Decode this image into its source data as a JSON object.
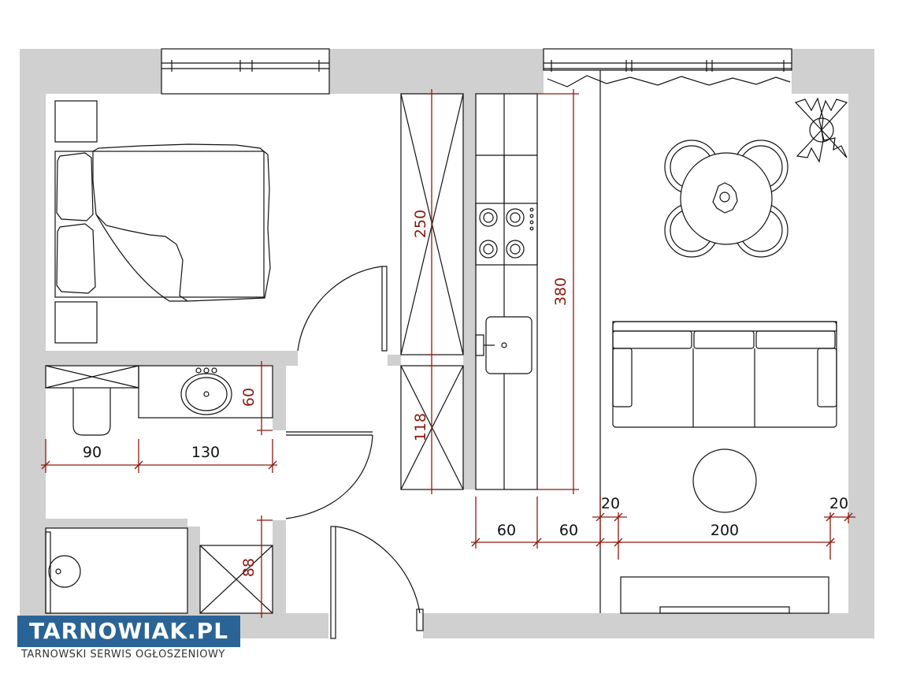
{
  "dimensions": {
    "wardrobe_upper": "250",
    "wardrobe_lower": "118",
    "kitchen_length": "380",
    "bath_depth": "60",
    "bath_toilet": "90",
    "bath_counter": "130",
    "kitchen_60_a": "60",
    "kitchen_60_b": "60",
    "gap_left": "20",
    "living_width": "200",
    "gap_right": "20",
    "wc_depth": "88"
  },
  "logo": {
    "brand": "TARNOWIAK.PL",
    "tagline": "TARNOWSKI SERWIS OGŁOSZENIOWY",
    "brand_color": "#2a6496"
  },
  "colors": {
    "wall": "#d0d0d0",
    "dimension": "#8b1a10"
  }
}
